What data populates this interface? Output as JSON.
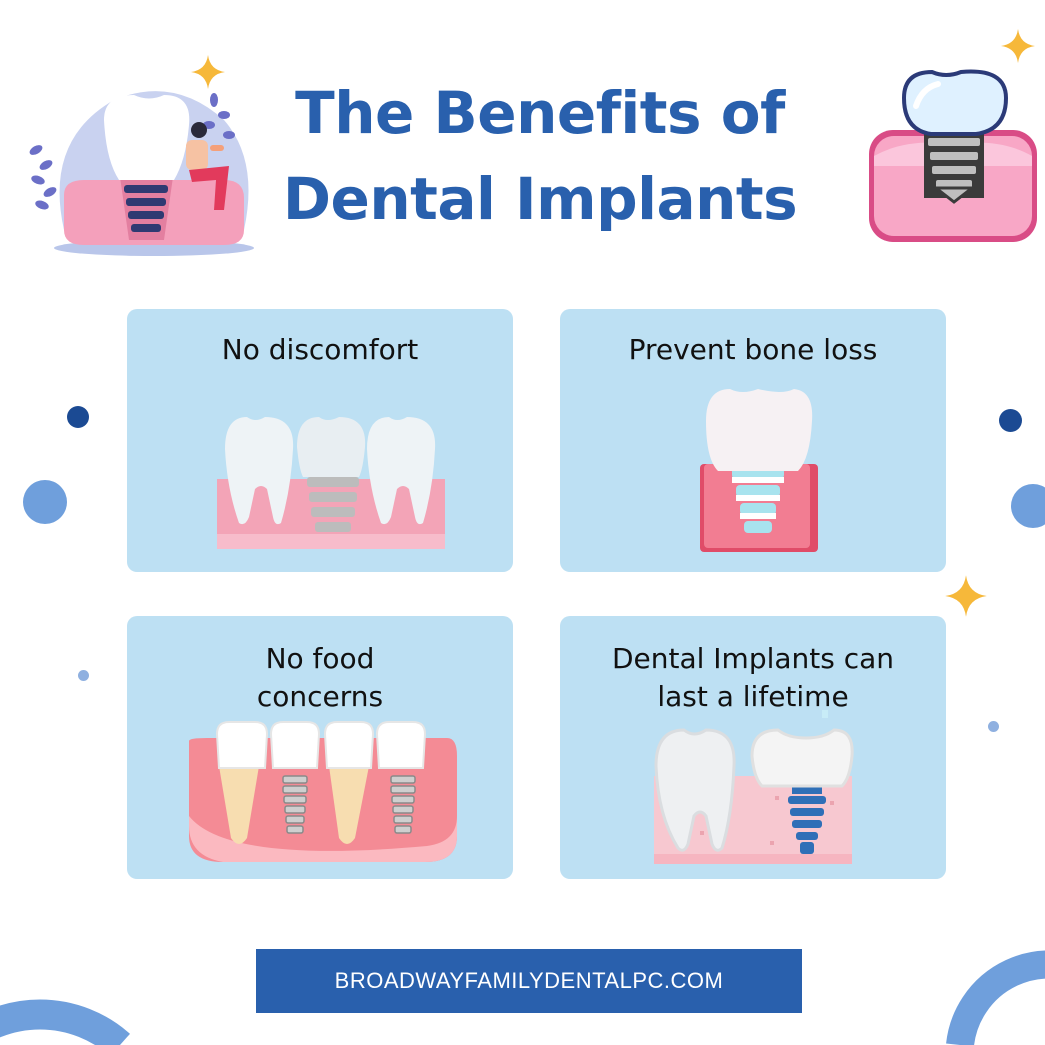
{
  "header": {
    "title_line1": "The Benefits of",
    "title_line2": "Dental Implants"
  },
  "cards": [
    {
      "label": "No discomfort",
      "icon": "implant-between-teeth-icon"
    },
    {
      "label": "Prevent bone loss",
      "icon": "implant-crown-icon"
    },
    {
      "label_line1": "No food",
      "label_line2": "concerns",
      "icon": "implant-row-icon"
    },
    {
      "label_line1": "Dental Implants can",
      "label_line2": "last a lifetime",
      "icon": "tooth-and-implant-icon"
    }
  ],
  "footer": {
    "link_text": "BROADWAYFAMILYDENTALPC.COM"
  },
  "colors": {
    "brand_blue": "#2960ad",
    "card_bg": "#bde0f3",
    "accent_light_blue": "#6f9fdc",
    "dot_navy": "#1b4a93",
    "star_gold": "#f6b83a",
    "gum_pink": "#f7a6ba"
  }
}
